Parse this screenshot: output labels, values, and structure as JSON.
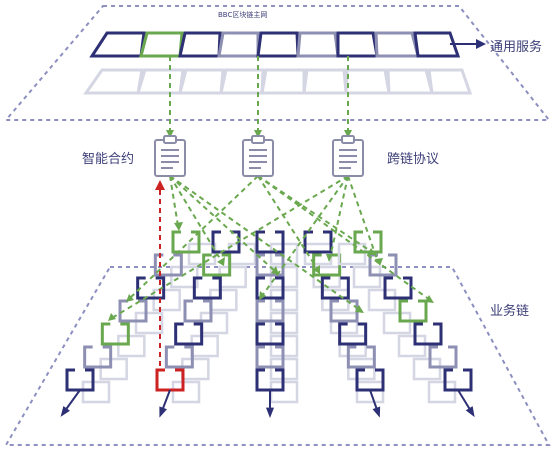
{
  "labels": {
    "main_chain_title": "BBC区块链主网",
    "general_service": "通用服务",
    "smart_contract": "智能合约",
    "cross_chain_protocol": "跨链协议",
    "business_chain": "业务链"
  },
  "colors": {
    "navy": "#2e3075",
    "gray_navy": "#8d8fb3",
    "light": "#d5d6e3",
    "green": "#6aa84f",
    "red": "#cc2222",
    "dash": "#8d8fc0",
    "icon": "#8a8ca8"
  },
  "icons": [
    "contract-clipboard-icon",
    "clipboard-icon",
    "protocol-clipboard-icon"
  ]
}
